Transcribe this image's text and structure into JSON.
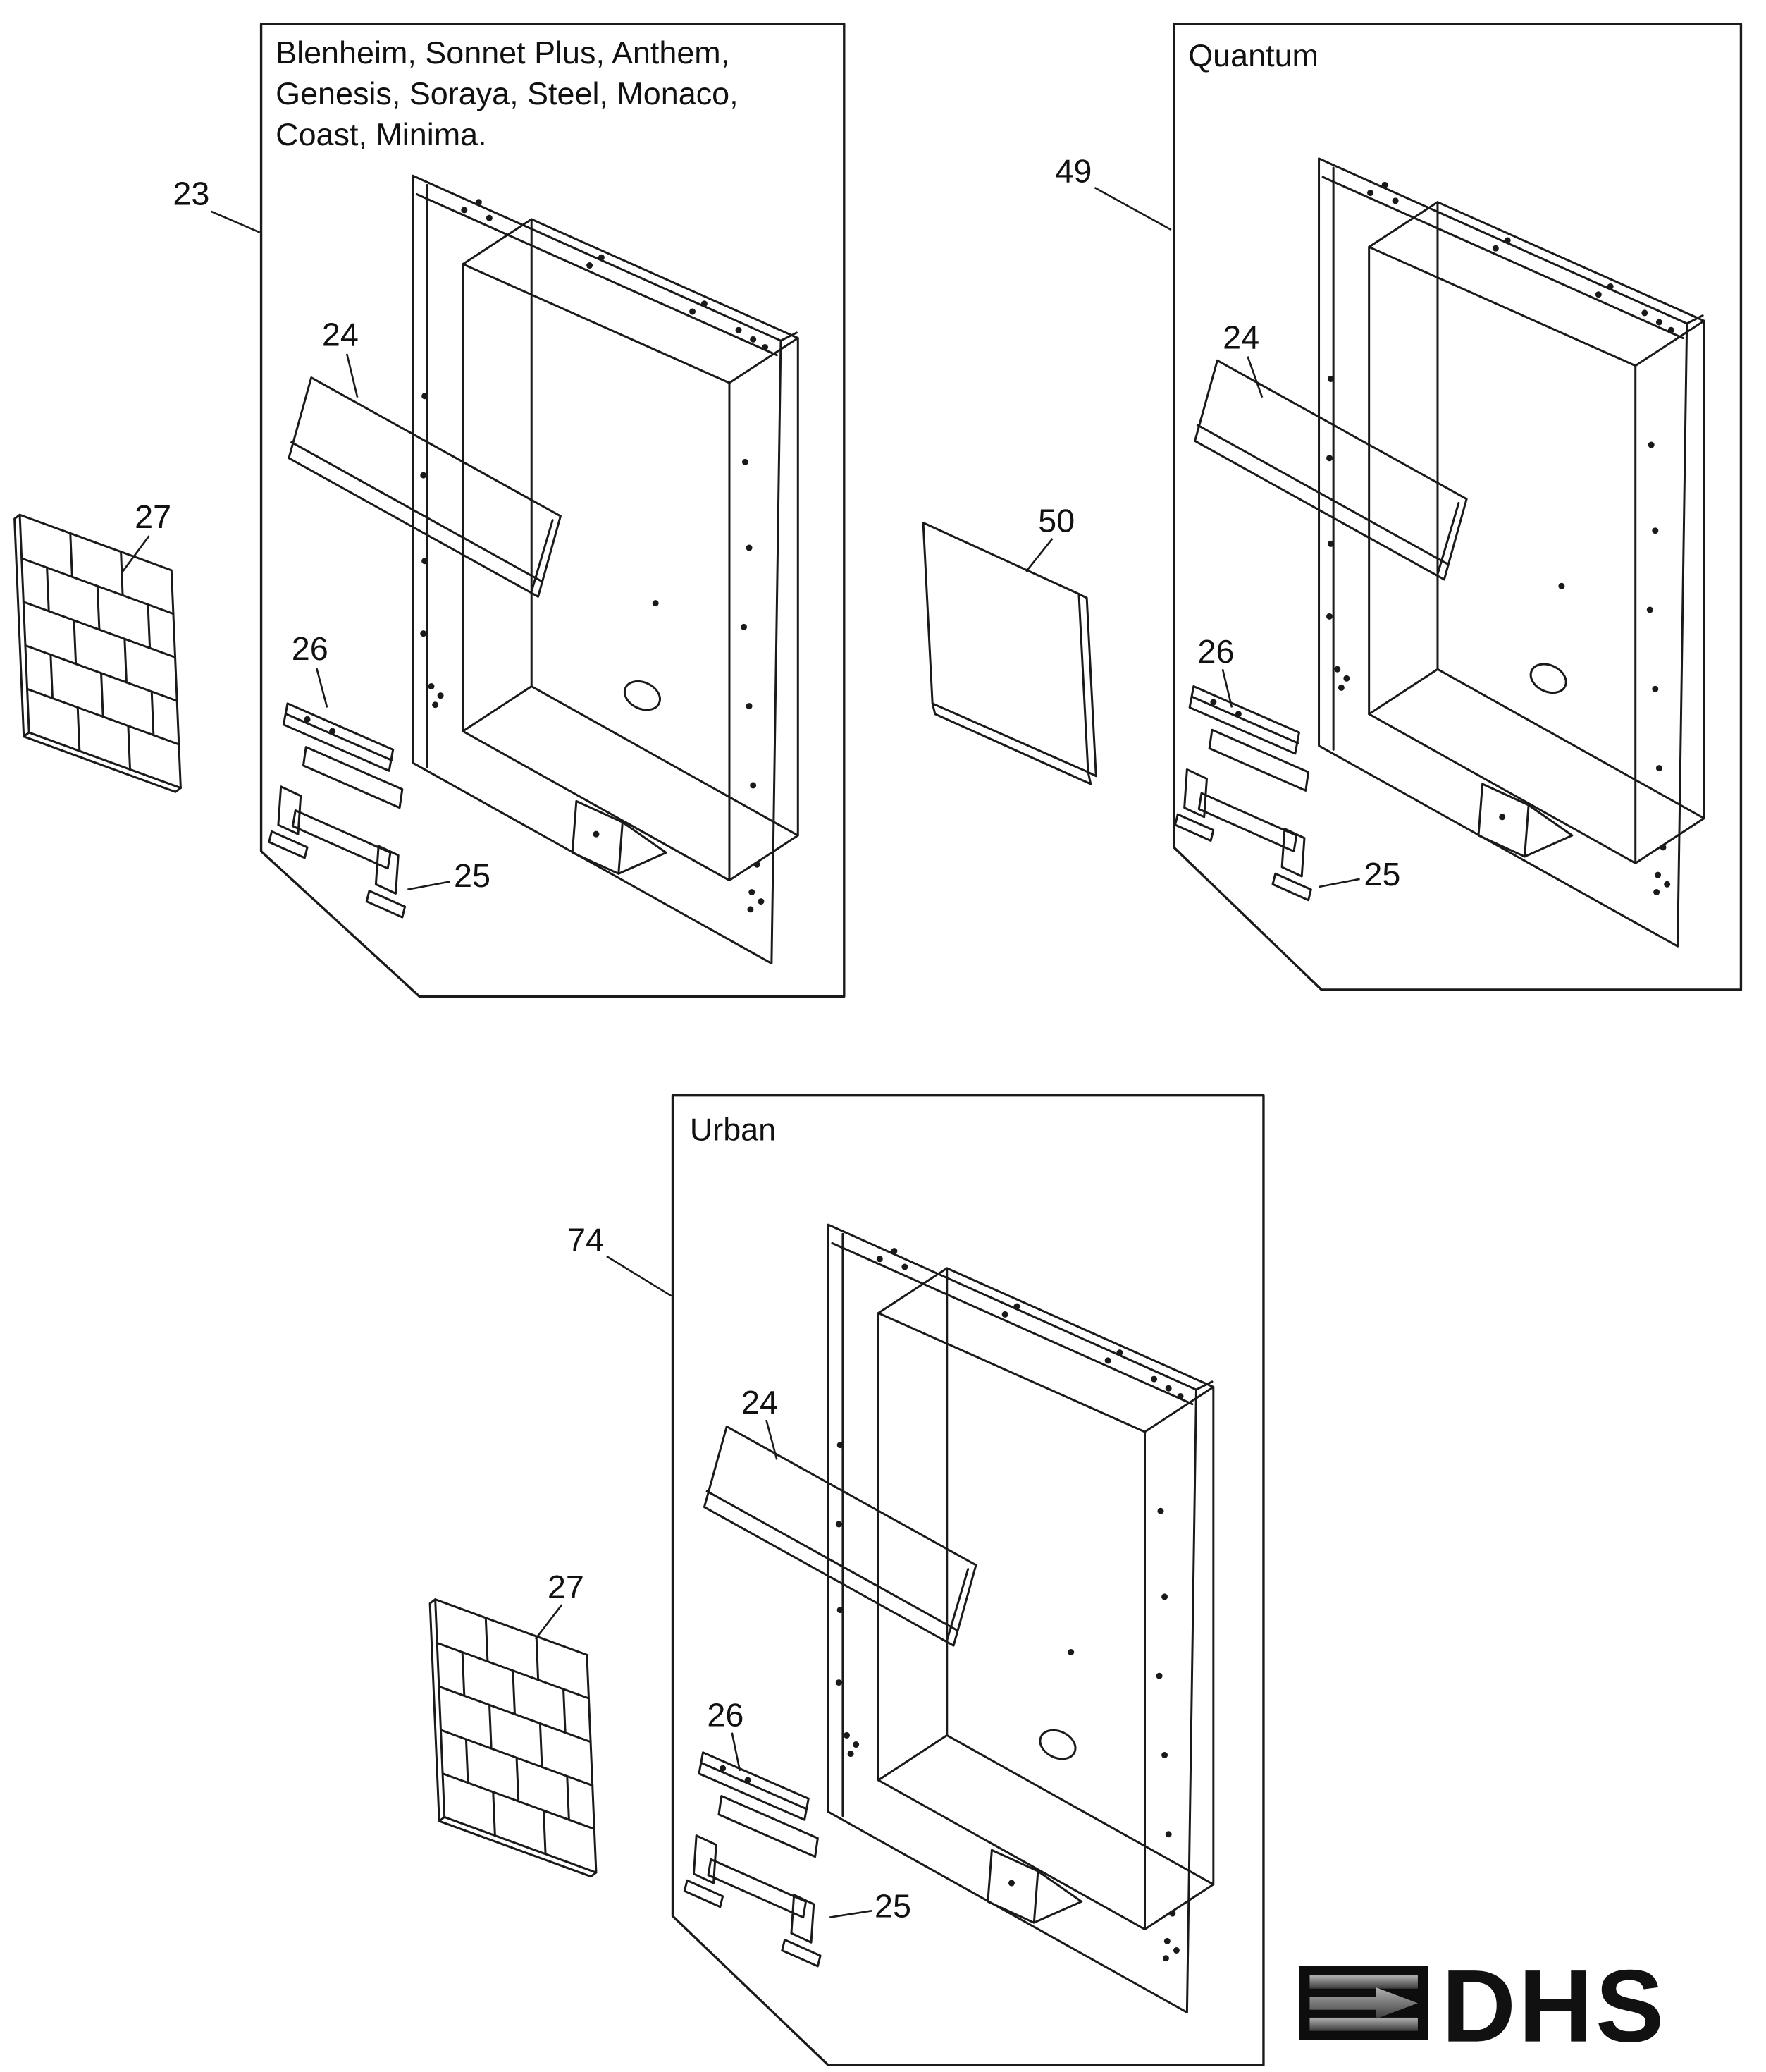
{
  "document": {
    "background": "#ffffff",
    "line_color": "#1a1a1a"
  },
  "panels": [
    {
      "title_lines": [
        "Blenheim, Sonnet Plus, Anthem,",
        "Genesis, Soraya, Steel, Monaco,",
        "Coast, Minima."
      ],
      "part_labels": {
        "assembly": "23",
        "baffle": "24",
        "support": "25",
        "bracket": "26",
        "brick_panel": "27"
      }
    },
    {
      "title_lines": [
        "Quantum"
      ],
      "part_labels": {
        "assembly": "49",
        "baffle": "24",
        "support": "25",
        "bracket": "26",
        "rear_panel": "50"
      }
    },
    {
      "title_lines": [
        "Urban"
      ],
      "part_labels": {
        "assembly": "74",
        "baffle": "24",
        "support": "25",
        "bracket": "26",
        "brick_panel": "27"
      }
    }
  ],
  "logo": {
    "text": "DHS",
    "icon_bg": "#0d0d0d",
    "metal_light": "#b2b2b2",
    "metal_dark": "#3c3c3c"
  }
}
